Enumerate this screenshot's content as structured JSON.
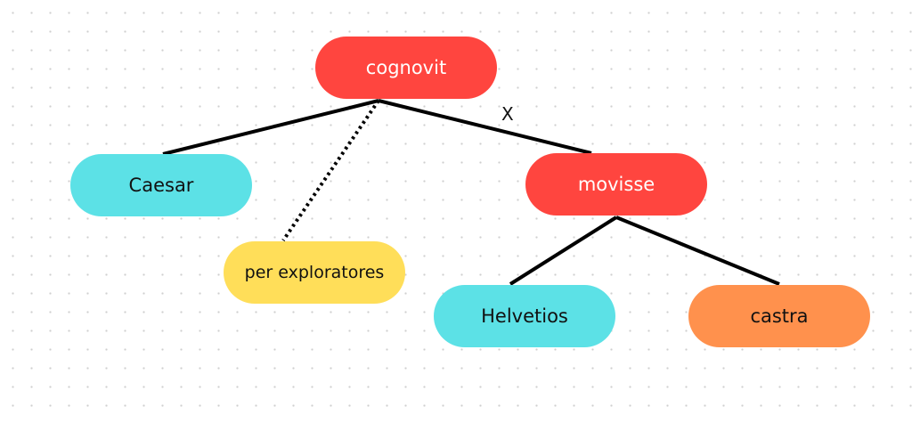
{
  "nodes": {
    "cognovit": {
      "label": "cognovit",
      "color": "#ff453f"
    },
    "caesar": {
      "label": "Caesar",
      "color": "#5ce1e6"
    },
    "per_exploratores": {
      "label": "per exploratores",
      "color": "#ffde59"
    },
    "movisse": {
      "label": "movisse",
      "color": "#ff453f"
    },
    "helvetios": {
      "label": "Helvetios",
      "color": "#5ce1e6"
    },
    "castra": {
      "label": "castra",
      "color": "#ff914d"
    }
  },
  "edge_labels": {
    "cognovit_movisse": "X"
  }
}
